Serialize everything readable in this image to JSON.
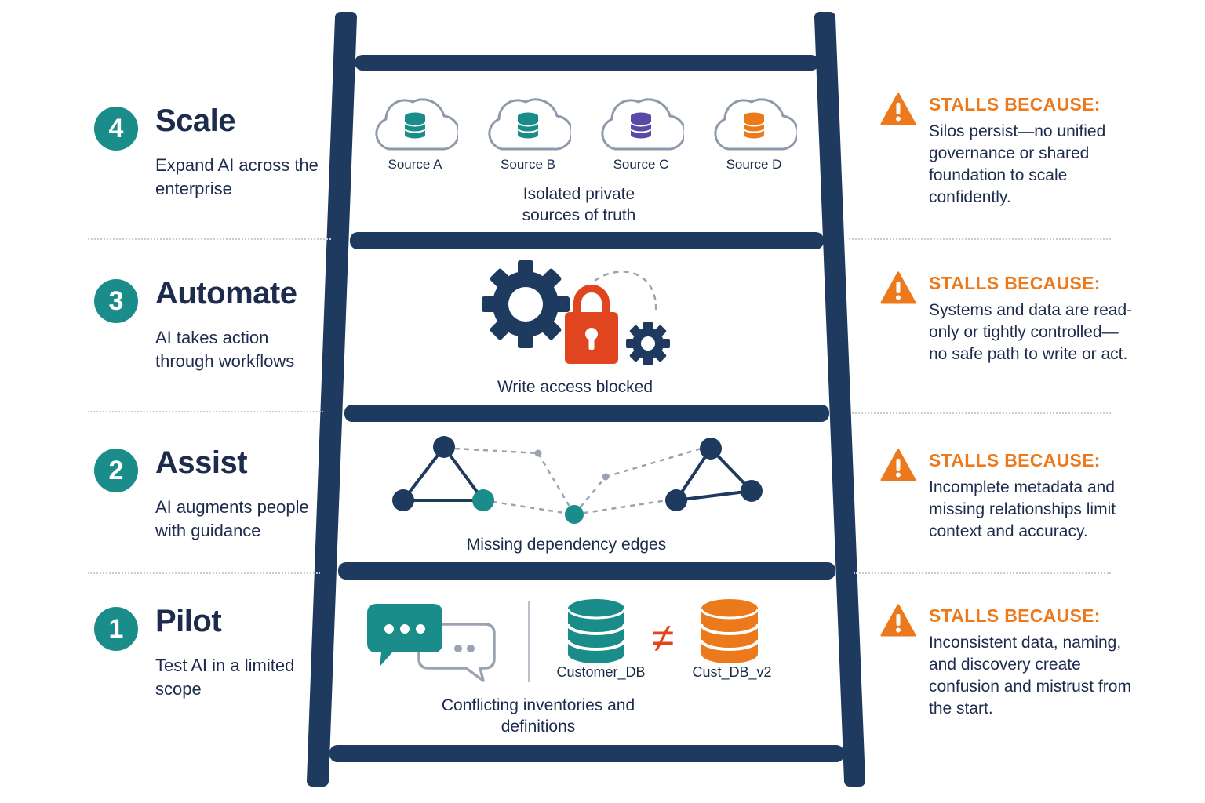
{
  "colors": {
    "navy": "#1e3a5f",
    "teal": "#1a8c89",
    "orange": "#ec7a1c",
    "red": "#e0451f",
    "purple": "#5a4aa8"
  },
  "stages": [
    {
      "number": "4",
      "title": "Scale",
      "subtitle": "Expand AI across the enterprise",
      "stall_heading": "STALLS BECAUSE:",
      "stall_text": "Silos persist—no unified governance or shared foundation to scale confidently."
    },
    {
      "number": "3",
      "title": "Automate",
      "subtitle": "AI takes action through workflows",
      "stall_heading": "STALLS BECAUSE:",
      "stall_text": "Systems and data are read-only or tightly controlled—no safe path to write or act."
    },
    {
      "number": "2",
      "title": "Assist",
      "subtitle": "AI augments people with guidance",
      "stall_heading": "STALLS BECAUSE:",
      "stall_text": "Incomplete metadata and missing relationships limit context and accuracy."
    },
    {
      "number": "1",
      "title": "Pilot",
      "subtitle": "Test AI in a limited scope",
      "stall_heading": "STALLS BECAUSE:",
      "stall_text": "Inconsistent data, naming, and discovery create confusion and mistrust from the start."
    }
  ],
  "panels": {
    "scale": {
      "sources": [
        "Source A",
        "Source B",
        "Source C",
        "Source D"
      ],
      "source_colors": [
        "#1a8c89",
        "#1a8c89",
        "#5a4aa8",
        "#ec7a1c"
      ],
      "caption": "Isolated private sources of truth"
    },
    "automate": {
      "caption": "Write access blocked"
    },
    "assist": {
      "caption": "Missing dependency edges"
    },
    "pilot": {
      "db_left": "Customer_DB",
      "not_equal": "≠",
      "db_right": "Cust_DB_v2",
      "caption": "Conflicting inventories and definitions"
    }
  }
}
